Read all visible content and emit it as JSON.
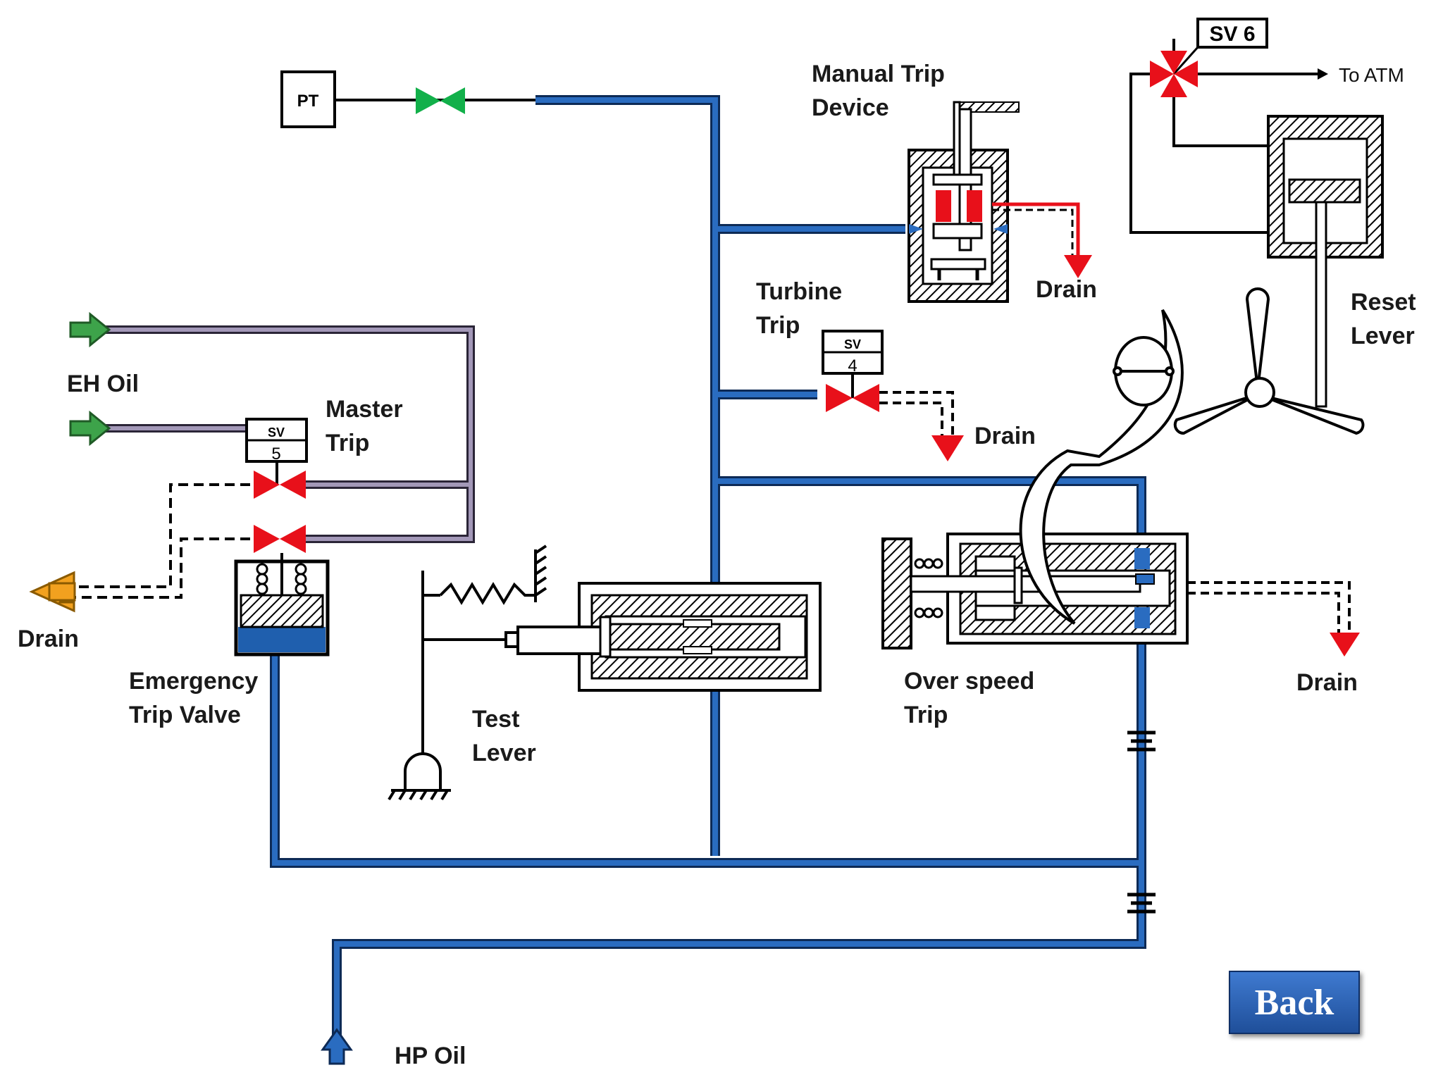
{
  "labels": {
    "pt": "PT",
    "manual_trip_1": "Manual Trip",
    "manual_trip_2": "Device",
    "sv6": "SV 6",
    "to_atm": "To ATM",
    "reset_1": "Reset",
    "reset_2": "Lever",
    "turbine_trip_1": "Turbine",
    "turbine_trip_2": "Trip",
    "drain_manual": "Drain",
    "drain_turbine": "Drain",
    "drain_left": "Drain",
    "drain_right": "Drain",
    "eh_oil": "EH Oil",
    "master_trip_1": "Master",
    "master_trip_2": "Trip",
    "sv5_top": "SV",
    "sv5_num": "5",
    "sv4_top": "SV",
    "sv4_num": "4",
    "emergency_1": "Emergency",
    "emergency_2": "Trip Valve",
    "test_lever_1": "Test",
    "test_lever_2": "Lever",
    "overspeed_1": "Over speed",
    "overspeed_2": "Trip",
    "hp_oil": "HP Oil"
  },
  "back_button": "Back",
  "colors": {
    "hp_line": "#1f5fae",
    "hp_line_dark": "#0d2a55",
    "eh_line": "#8a7f9e",
    "valve_red": "#e8101a",
    "valve_green": "#12b04a",
    "drain_red": "#e8101a",
    "arrow_green": "#3da34a",
    "arrow_orange": "#f2a11f"
  }
}
